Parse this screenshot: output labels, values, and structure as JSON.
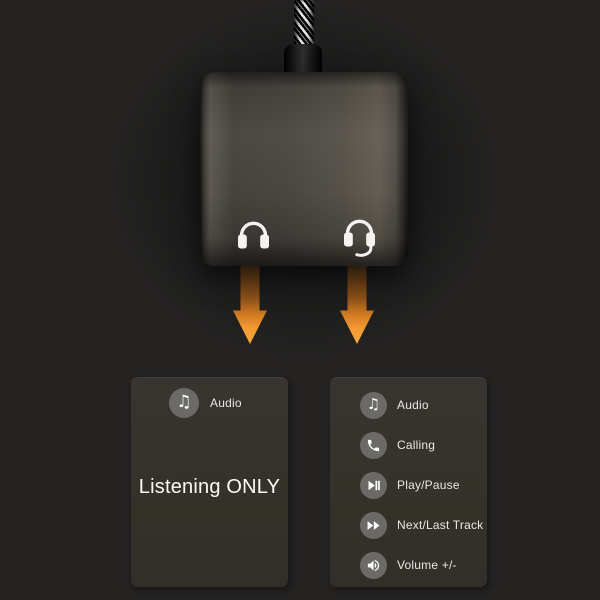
{
  "colors": {
    "background": "#242322",
    "card_background": "#343129",
    "icon_circle": "#6c6a67",
    "accent_orange": "#f59a33",
    "adapter_body": "#4e4b45",
    "cable_braid_light": "#e7e7e5",
    "label_text": "#e9e8e6"
  },
  "icons": {
    "music_note_glyph": "♫"
  },
  "adapter": {
    "left_port_icon": "headphones-icon",
    "right_port_icon": "headset-with-mic-icon"
  },
  "left_card": {
    "header_label": "Audio",
    "message": "Listening ONLY"
  },
  "right_card": {
    "features": [
      {
        "icon": "music-note-icon",
        "label": "Audio"
      },
      {
        "icon": "phone-icon",
        "label": "Calling"
      },
      {
        "icon": "play-pause-icon",
        "label": "Play/Pause"
      },
      {
        "icon": "next-track-icon",
        "label": "Next/Last Track"
      },
      {
        "icon": "volume-icon",
        "label": "Volume +/-"
      }
    ]
  }
}
